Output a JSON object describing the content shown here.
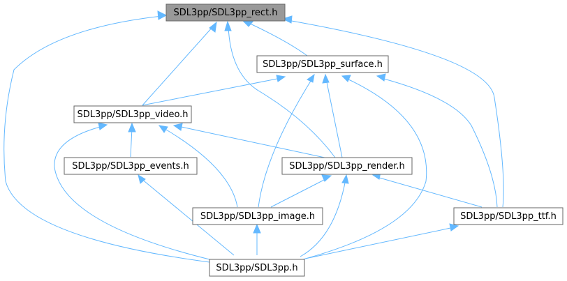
{
  "graph": {
    "edge_color": "#63b8ff",
    "focus_fill": "#999999",
    "node_fill": "#ffffff",
    "node_border": "#666666",
    "nodes": {
      "rect": {
        "label": "SDL3pp/SDL3pp_rect.h"
      },
      "surface": {
        "label": "SDL3pp/SDL3pp_surface.h"
      },
      "video": {
        "label": "SDL3pp/SDL3pp_video.h"
      },
      "events": {
        "label": "SDL3pp/SDL3pp_events.h"
      },
      "render": {
        "label": "SDL3pp/SDL3pp_render.h"
      },
      "image": {
        "label": "SDL3pp/SDL3pp_image.h"
      },
      "ttf": {
        "label": "SDL3pp/SDL3pp_ttf.h"
      },
      "main": {
        "label": "SDL3pp/SDL3pp.h"
      }
    },
    "edges": [
      [
        "rect",
        "surface"
      ],
      [
        "rect",
        "video"
      ],
      [
        "rect",
        "render"
      ],
      [
        "rect",
        "ttf"
      ],
      [
        "rect",
        "main"
      ],
      [
        "surface",
        "video"
      ],
      [
        "surface",
        "render"
      ],
      [
        "surface",
        "image"
      ],
      [
        "surface",
        "ttf"
      ],
      [
        "surface",
        "main"
      ],
      [
        "video",
        "events"
      ],
      [
        "video",
        "render"
      ],
      [
        "video",
        "image"
      ],
      [
        "video",
        "main"
      ],
      [
        "events",
        "main"
      ],
      [
        "render",
        "image"
      ],
      [
        "render",
        "ttf"
      ],
      [
        "render",
        "main"
      ],
      [
        "image",
        "main"
      ],
      [
        "ttf",
        "main"
      ]
    ]
  }
}
